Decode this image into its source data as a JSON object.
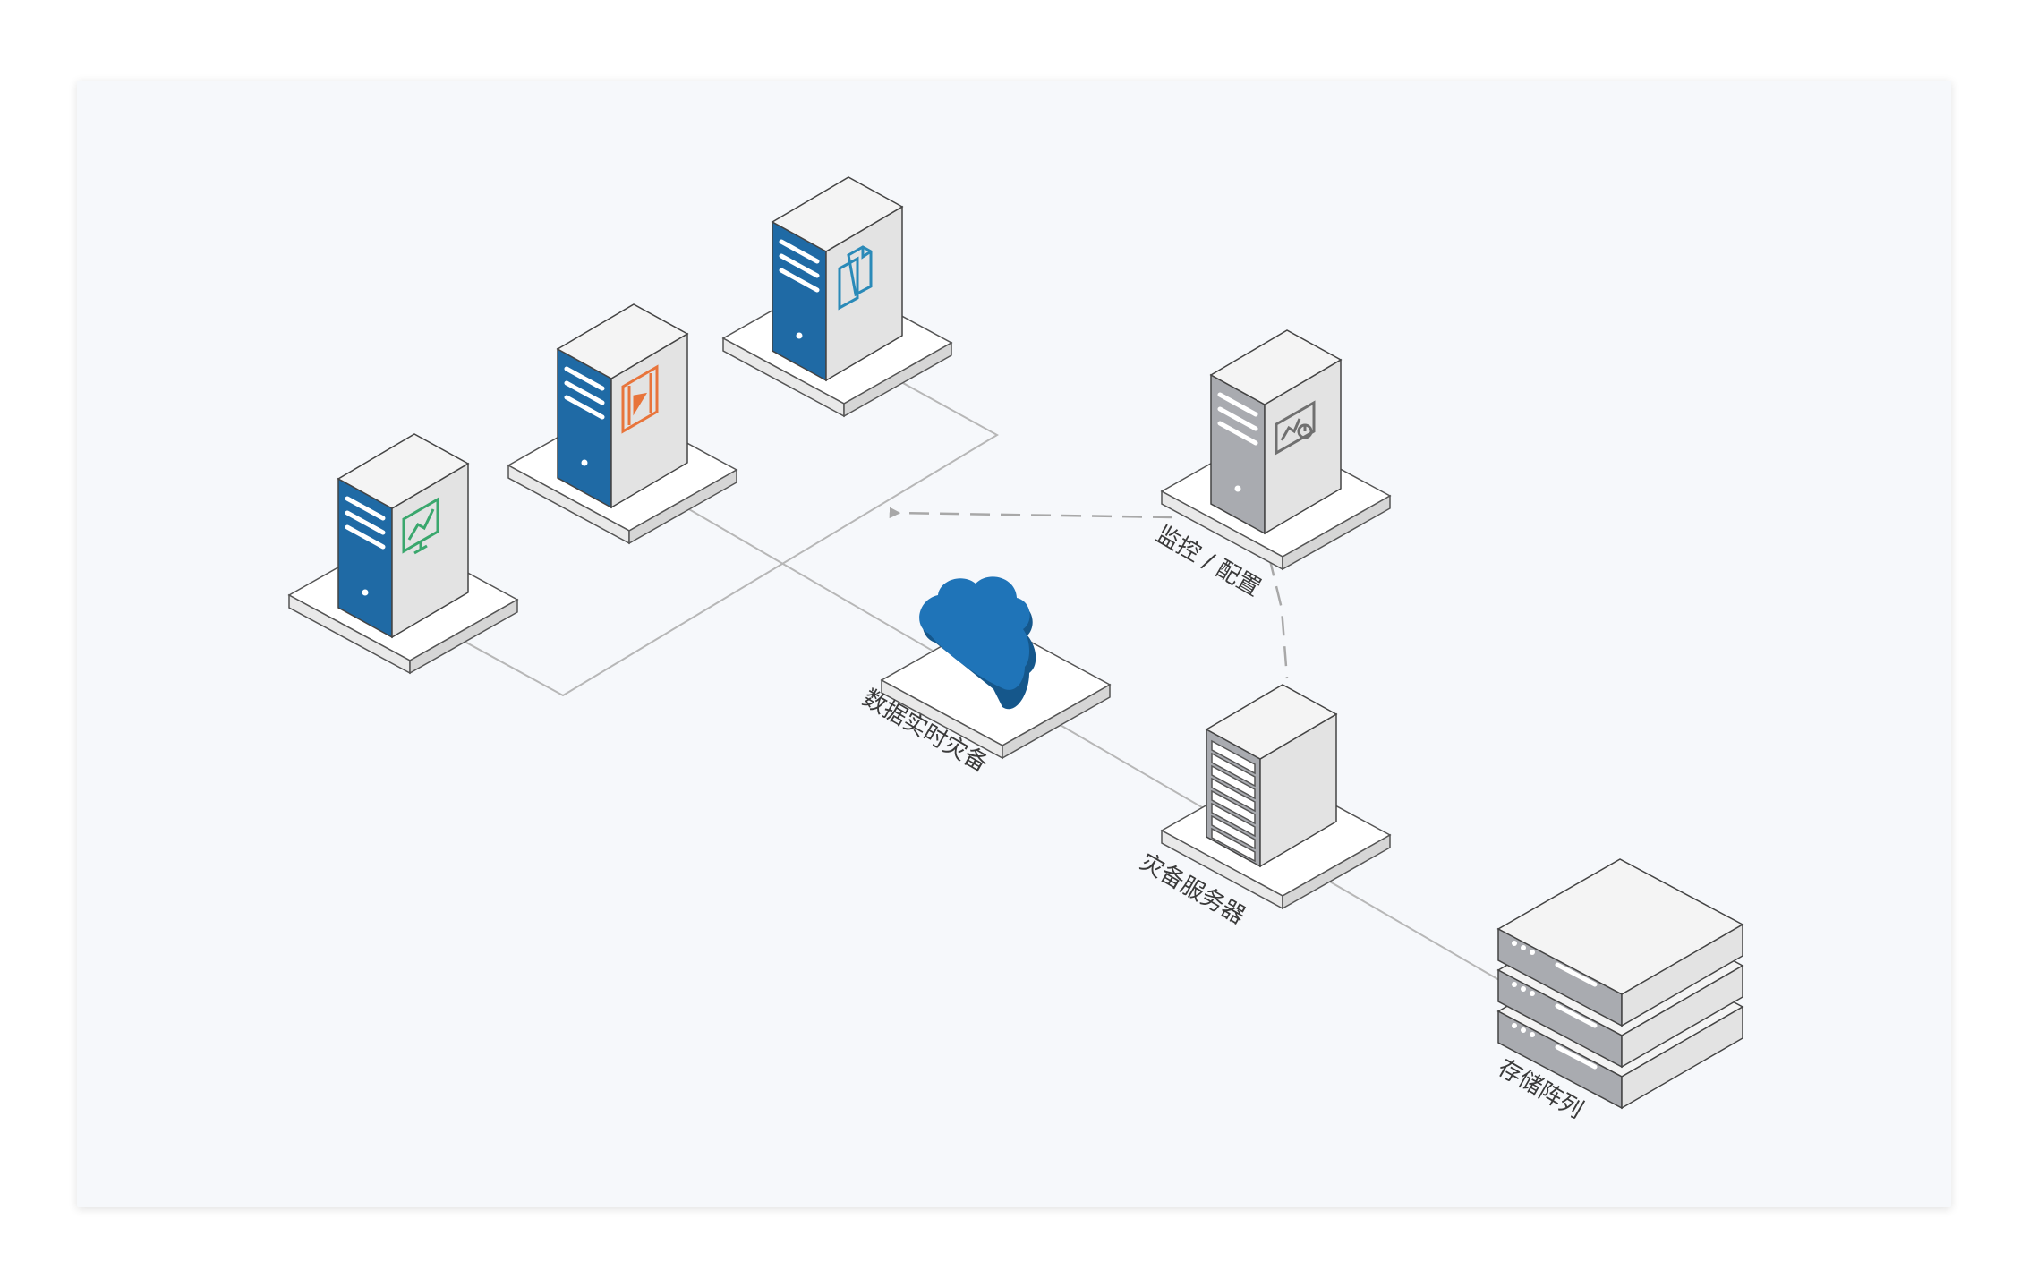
{
  "labels": {
    "monitor_config": "监控 / 配置",
    "realtime_backup": "数据实时灾备",
    "backup_server": "灾备服务器",
    "storage_array": "存储阵列"
  },
  "nodes": [
    {
      "id": "app-server-analytics",
      "icon": "monitor-chart-icon",
      "color": "#1f6aa5",
      "accent": "#3aa76d"
    },
    {
      "id": "app-server-video",
      "icon": "video-play-icon",
      "color": "#1f6aa5",
      "accent": "#e8743b"
    },
    {
      "id": "app-server-files",
      "icon": "documents-icon",
      "color": "#1f6aa5",
      "accent": "#2a8ab8"
    },
    {
      "id": "monitor-server",
      "icon": "chart-gauge-icon",
      "color": "#a9abb0",
      "accent": "#707070"
    },
    {
      "id": "cloud",
      "icon": "cloud-icon",
      "color": "#1f74b8"
    },
    {
      "id": "backup-server",
      "icon": "rack-icon",
      "color": "#a9abb0"
    },
    {
      "id": "storage-array",
      "icon": "storage-stack-icon",
      "color": "#a9abb0"
    }
  ],
  "colors": {
    "line": "#b7b7b7",
    "dashed": "#a8a8a8",
    "panel_bg": "#f6f8fb",
    "server_blue": "#1f6aa5",
    "server_gray": "#a9abb0"
  }
}
